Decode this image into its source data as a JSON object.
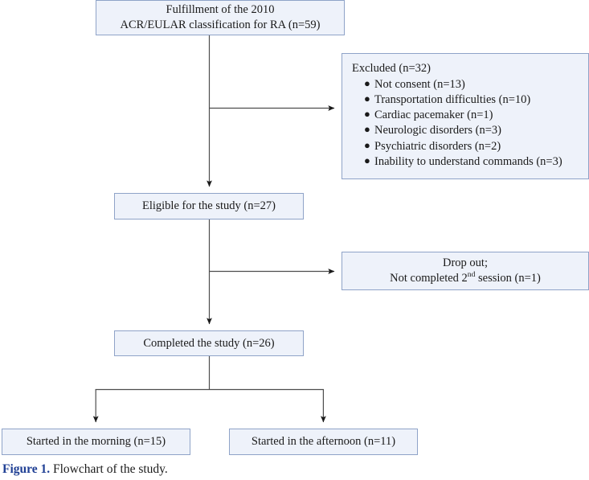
{
  "figure": {
    "caption_number": "Figure 1.",
    "caption_text": " Flowchart of the study.",
    "accent_color": "#1f3f94",
    "box_fill": "#eef2fa",
    "box_border": "#8fa3c8",
    "connector_color": "#4d4d4d"
  },
  "nodes": {
    "fulfillment": {
      "line1": "Fulfillment of the 2010",
      "line2": "ACR/EULAR classification for RA (n=59)"
    },
    "excluded": {
      "heading": "Excluded (n=32)",
      "items": [
        "Not consent (n=13)",
        "Transportation difficulties (n=10)",
        "Cardiac pacemaker (n=1)",
        "Neurologic disorders (n=3)",
        "Psychiatric disorders (n=2)",
        "Inability to understand commands (n=3)"
      ]
    },
    "eligible": {
      "label": "Eligible for the study (n=27)"
    },
    "dropout": {
      "line1": "Drop out;",
      "line2_pre": "Not completed 2",
      "line2_sup": "nd",
      "line2_post": " session (n=1)"
    },
    "completed": {
      "label": "Completed the study (n=26)"
    },
    "morning": {
      "label": "Started in the morning (n=15)"
    },
    "afternoon": {
      "label": "Started in the afternoon (n=11)"
    }
  }
}
